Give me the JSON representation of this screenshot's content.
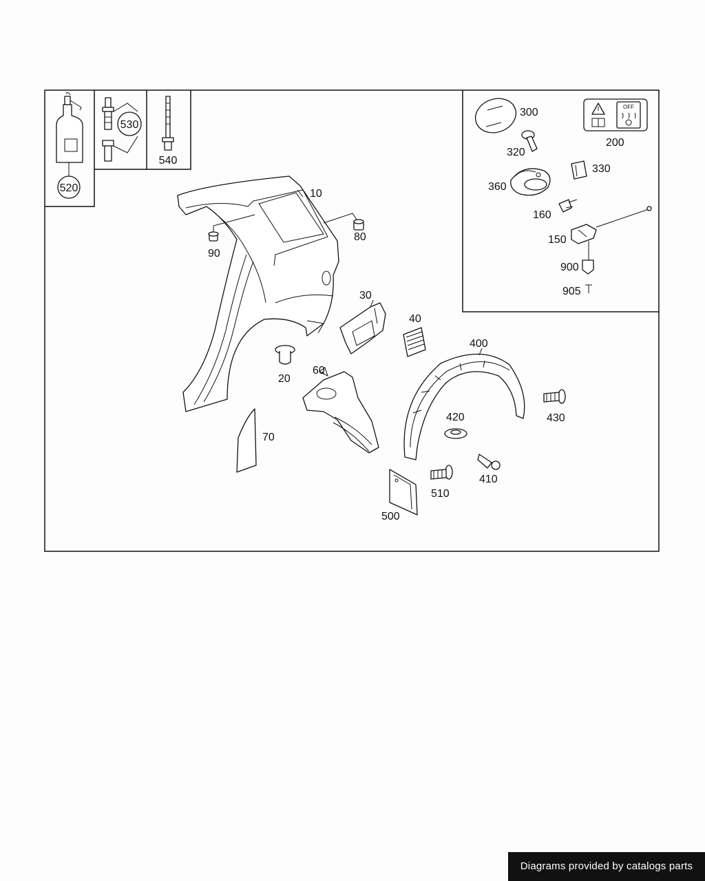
{
  "callouts": {
    "p10": "10",
    "p20": "20",
    "p30": "30",
    "p40": "40",
    "p60": "60",
    "p70": "70",
    "p80": "80",
    "p90": "90",
    "p150": "150",
    "p160": "160",
    "p200": "200",
    "p300": "300",
    "p320": "320",
    "p330": "330",
    "p360": "360",
    "p400": "400",
    "p410": "410",
    "p420": "420",
    "p430": "430",
    "p500": "500",
    "p510": "510",
    "p520": "520",
    "p530": "530",
    "p540": "540",
    "p900": "900",
    "p905": "905"
  },
  "warning_label": {
    "off_text": "OFF"
  },
  "footer": {
    "credit": "Diagrams provided by catalogs parts"
  }
}
